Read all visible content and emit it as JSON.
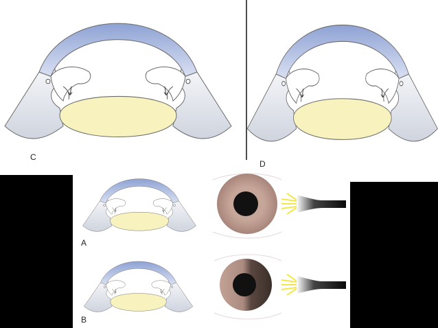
{
  "panels": [
    {
      "label": "C"
    },
    {
      "label": "D"
    },
    {
      "label": "A"
    },
    {
      "label": "B"
    }
  ],
  "colors": {
    "cornea": "#9fb2dd",
    "lens": "#f8f3be",
    "lens_outline": "#6a6a6a",
    "tissue": "#e3e6ec",
    "iris": "#bd9c90",
    "pupil": "#111111",
    "light": "#f3e84a",
    "mask": "#000000",
    "background": "#ffffff"
  }
}
